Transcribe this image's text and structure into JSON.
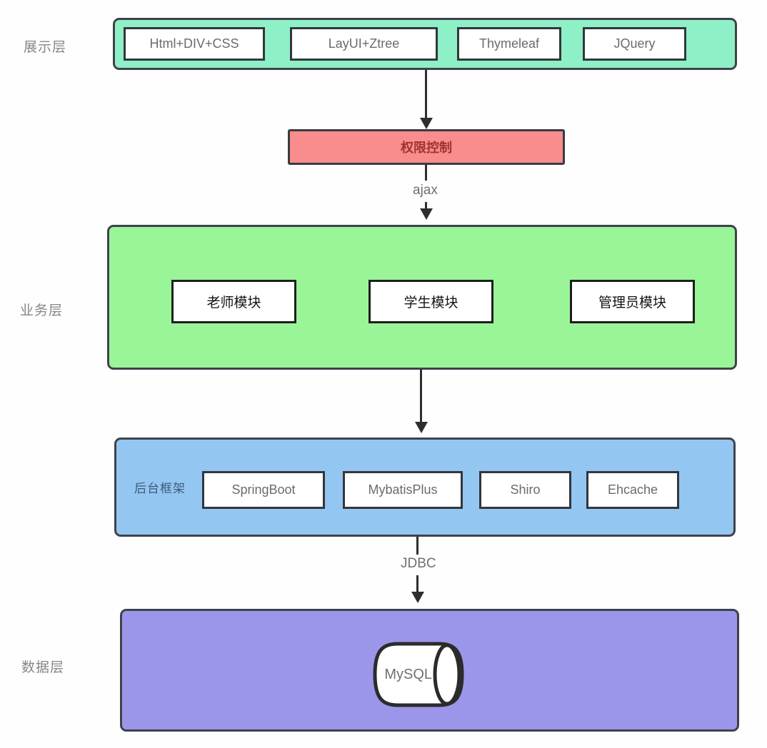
{
  "labels": {
    "presentation": "展示层",
    "business": "业务层",
    "data": "数据层",
    "backend_framework": "后台框架"
  },
  "presentation_layer": {
    "items": [
      "Html+DIV+CSS",
      "LayUI+Ztree",
      "Thymeleaf",
      "JQuery"
    ]
  },
  "permission_box": {
    "label": "权限控制"
  },
  "connectors": {
    "ajax": "ajax",
    "jdbc": "JDBC"
  },
  "business_layer": {
    "items": [
      "老师模块",
      "学生模块",
      "管理员模块"
    ]
  },
  "backend_layer": {
    "items": [
      "SpringBoot",
      "MybatisPlus",
      "Shiro",
      "Ehcache"
    ]
  },
  "data_layer": {
    "database": "MySQL"
  },
  "colors": {
    "presentation_bg": "#8ef0c6",
    "permission_bg": "#f98c8c",
    "permission_text": "#9e3430",
    "business_bg": "#99f598",
    "backend_bg": "#94c6f2",
    "backend_label_text": "#3d5a78",
    "data_bg": "#9b96ea",
    "container_border": "#3f424a",
    "arrow_color": "#2e2e2e",
    "muted_text": "#6f6f6f",
    "layer_label_text": "#868686"
  }
}
